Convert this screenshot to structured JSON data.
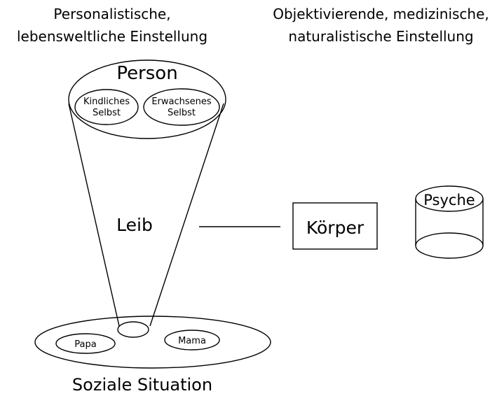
{
  "header": {
    "left_line1": "Personalistische,",
    "left_line2": "lebensweltliche Einstellung",
    "right_line1": "Objektivierende, medizinische,",
    "right_line2": "naturalistische Einstellung"
  },
  "cone": {
    "top_label": "Person",
    "left_self_line1": "Kindliches",
    "left_self_line2": "Selbst",
    "right_self_line1": "Erwachsenes",
    "right_self_line2": "Selbst",
    "middle_label": "Leib"
  },
  "body_box": {
    "label": "Körper"
  },
  "cylinder": {
    "label": "Psyche"
  },
  "situation": {
    "label": "Soziale Situation",
    "left_person": "Papa",
    "right_person": "Mama"
  }
}
